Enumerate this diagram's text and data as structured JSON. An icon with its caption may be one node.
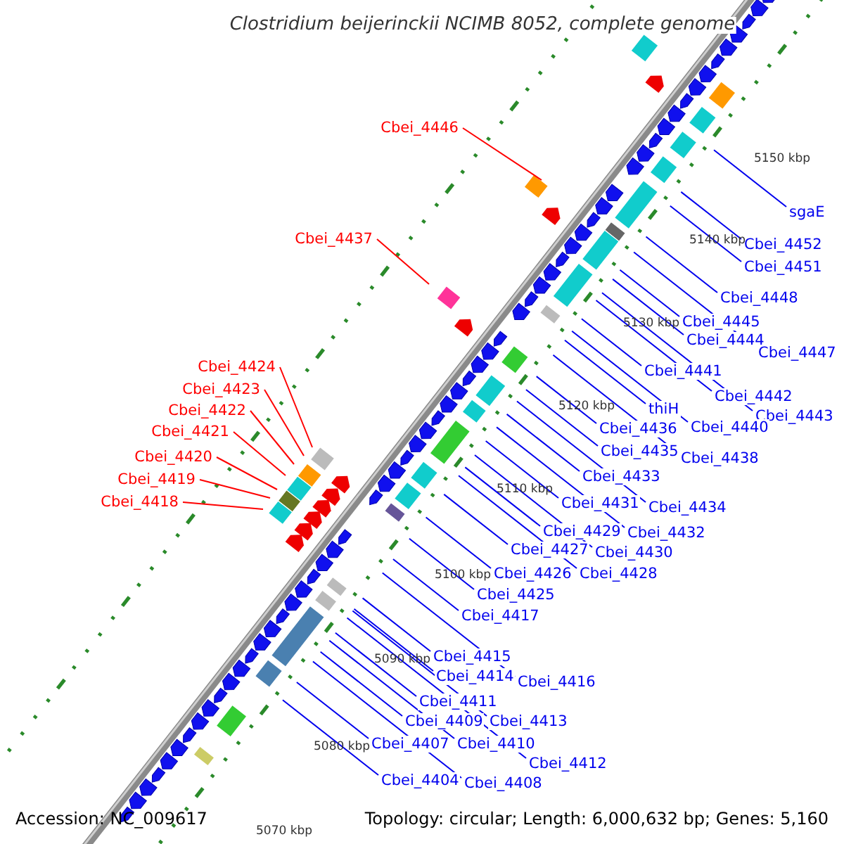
{
  "diagram": {
    "title": "Clostridium beijerinckii NCIMB 8052, complete genome",
    "nodes": [
      {
        "text": [
          "Cbei_4446"
        ]
      },
      {
        "text": [
          "sgaE"
        ]
      },
      {
        "text": [
          "Cbei_4437"
        ]
      },
      {
        "text": [
          "Cbei_4452"
        ]
      },
      {
        "text": [
          "Cbei_4451"
        ]
      },
      {
        "text": [
          "Cbei_4448"
        ]
      },
      {
        "text": [
          "Cbei_4445"
        ]
      },
      {
        "text": [
          "Cbei_4444"
        ]
      },
      {
        "text": [
          "Cbei_4447"
        ]
      },
      {
        "text": [
          "Cbei_4424"
        ]
      },
      {
        "text": [
          "Cbei_4441"
        ]
      },
      {
        "text": [
          "Cbei_4423"
        ]
      },
      {
        "text": [
          "Cbei_4442"
        ]
      },
      {
        "text": [
          "thiH"
        ]
      },
      {
        "text": [
          "Cbei_4422"
        ]
      },
      {
        "text": [
          "Cbei_4443"
        ]
      },
      {
        "text": [
          "Cbei_4440"
        ]
      },
      {
        "text": [
          "Cbei_4436"
        ]
      },
      {
        "text": [
          "Cbei_4421"
        ]
      },
      {
        "text": [
          "Cbei_4435"
        ]
      },
      {
        "text": [
          "Cbei_4420"
        ]
      },
      {
        "text": [
          "Cbei_4438"
        ]
      },
      {
        "text": [
          "Cbei_4433"
        ]
      },
      {
        "text": [
          "Cbei_4419"
        ]
      },
      {
        "text": [
          "Cbei_4418"
        ]
      },
      {
        "text": [
          "Cbei_4431"
        ]
      },
      {
        "text": [
          "Cbei_4434"
        ]
      },
      {
        "text": [
          "Cbei_4429"
        ]
      },
      {
        "text": [
          "Cbei_4432"
        ]
      },
      {
        "text": [
          "Cbei_4427"
        ]
      },
      {
        "text": [
          "Cbei_4430"
        ]
      },
      {
        "text": [
          "Cbei_4428"
        ]
      },
      {
        "text": [
          "Cbei_4426"
        ]
      },
      {
        "text": [
          "Cbei_4425"
        ]
      },
      {
        "text": [
          "Cbei_4417"
        ]
      },
      {
        "text": [
          "Cbei_4415"
        ]
      },
      {
        "text": [
          "Cbei_4414"
        ]
      },
      {
        "text": [
          "Cbei_4416"
        ]
      },
      {
        "text": [
          "Cbei_4411"
        ]
      },
      {
        "text": [
          "Cbei_4413"
        ]
      },
      {
        "text": [
          "Cbei_4409"
        ]
      },
      {
        "text": [
          "Cbei_4410"
        ]
      },
      {
        "text": [
          "Cbei_4407"
        ]
      },
      {
        "text": [
          "Cbei_4412"
        ]
      },
      {
        "text": [
          "Cbei_4404"
        ]
      },
      {
        "text": [
          "Cbei_4408"
        ]
      }
    ],
    "edges": [
      {
        "from": 0,
        "to": null,
        "arrow": "none",
        "color": "#ff0000"
      },
      {
        "from": 1,
        "to": null,
        "arrow": "none"
      },
      {
        "from": 2,
        "to": null,
        "arrow": "none",
        "color": "#ff0000"
      },
      {
        "from": 3,
        "to": null,
        "arrow": "none"
      },
      {
        "from": 4,
        "to": null,
        "arrow": "none"
      },
      {
        "from": 5,
        "to": null,
        "arrow": "none"
      },
      {
        "from": 6,
        "to": null,
        "arrow": "none"
      },
      {
        "from": 7,
        "to": null,
        "arrow": "none"
      },
      {
        "from": 8,
        "to": null,
        "arrow": "none"
      },
      {
        "from": 9,
        "to": null,
        "arrow": "none",
        "color": "#ff0000"
      },
      {
        "from": 10,
        "to": null,
        "arrow": "none"
      },
      {
        "from": 11,
        "to": null,
        "arrow": "none",
        "color": "#ff0000"
      },
      {
        "from": 12,
        "to": null,
        "arrow": "none"
      },
      {
        "from": 13,
        "to": null,
        "arrow": "none"
      },
      {
        "from": 14,
        "to": null,
        "arrow": "none",
        "color": "#ff0000"
      },
      {
        "from": 15,
        "to": null,
        "arrow": "none"
      },
      {
        "from": 16,
        "to": null,
        "arrow": "none"
      },
      {
        "from": 17,
        "to": null,
        "arrow": "none"
      },
      {
        "from": 18,
        "to": null,
        "arrow": "none",
        "color": "#ff0000"
      },
      {
        "from": 19,
        "to": null,
        "arrow": "none"
      },
      {
        "from": 20,
        "to": null,
        "arrow": "none",
        "color": "#ff0000"
      },
      {
        "from": 21,
        "to": null,
        "arrow": "none"
      },
      {
        "from": 22,
        "to": null,
        "arrow": "none"
      },
      {
        "from": 23,
        "to": null,
        "arrow": "none",
        "color": "#ff0000"
      },
      {
        "from": 24,
        "to": null,
        "arrow": "none",
        "color": "#ff0000"
      },
      {
        "from": 25,
        "to": null,
        "arrow": "none"
      },
      {
        "from": 26,
        "to": null,
        "arrow": "none"
      },
      {
        "from": 27,
        "to": null,
        "arrow": "none"
      },
      {
        "from": 28,
        "to": null,
        "arrow": "none"
      },
      {
        "from": 29,
        "to": null,
        "arrow": "none"
      },
      {
        "from": 30,
        "to": null,
        "arrow": "none"
      },
      {
        "from": 31,
        "to": null,
        "arrow": "none"
      },
      {
        "from": 32,
        "to": null,
        "arrow": "none"
      },
      {
        "from": 33,
        "to": null,
        "arrow": "none"
      },
      {
        "from": 34,
        "to": null,
        "arrow": "none"
      },
      {
        "from": 35,
        "to": null,
        "arrow": "none"
      },
      {
        "from": 36,
        "to": null,
        "arrow": "none"
      },
      {
        "from": 37,
        "to": null,
        "arrow": "none"
      },
      {
        "from": 38,
        "to": null,
        "arrow": "none"
      },
      {
        "from": 39,
        "to": null,
        "arrow": "none"
      },
      {
        "from": 40,
        "to": null,
        "arrow": "none"
      },
      {
        "from": 41,
        "to": null,
        "arrow": "none"
      },
      {
        "from": 42,
        "to": null,
        "arrow": "none"
      },
      {
        "from": 43,
        "to": null,
        "arrow": "none"
      },
      {
        "from": 44,
        "to": null,
        "arrow": "none"
      },
      {
        "from": 45,
        "to": null,
        "arrow": "none"
      }
    ],
    "labels": [
      "5150 kbp",
      "5140 kbp",
      "5130 kbp",
      "5120 kbp",
      "5110 kbp",
      "5100 kbp",
      "5090 kbp",
      "5080 kbp",
      "5070 kbp",
      "Accession: NC_009617",
      "Topology: circular; Length: 6,000,632 bp; Genes: 5,160"
    ]
  }
}
